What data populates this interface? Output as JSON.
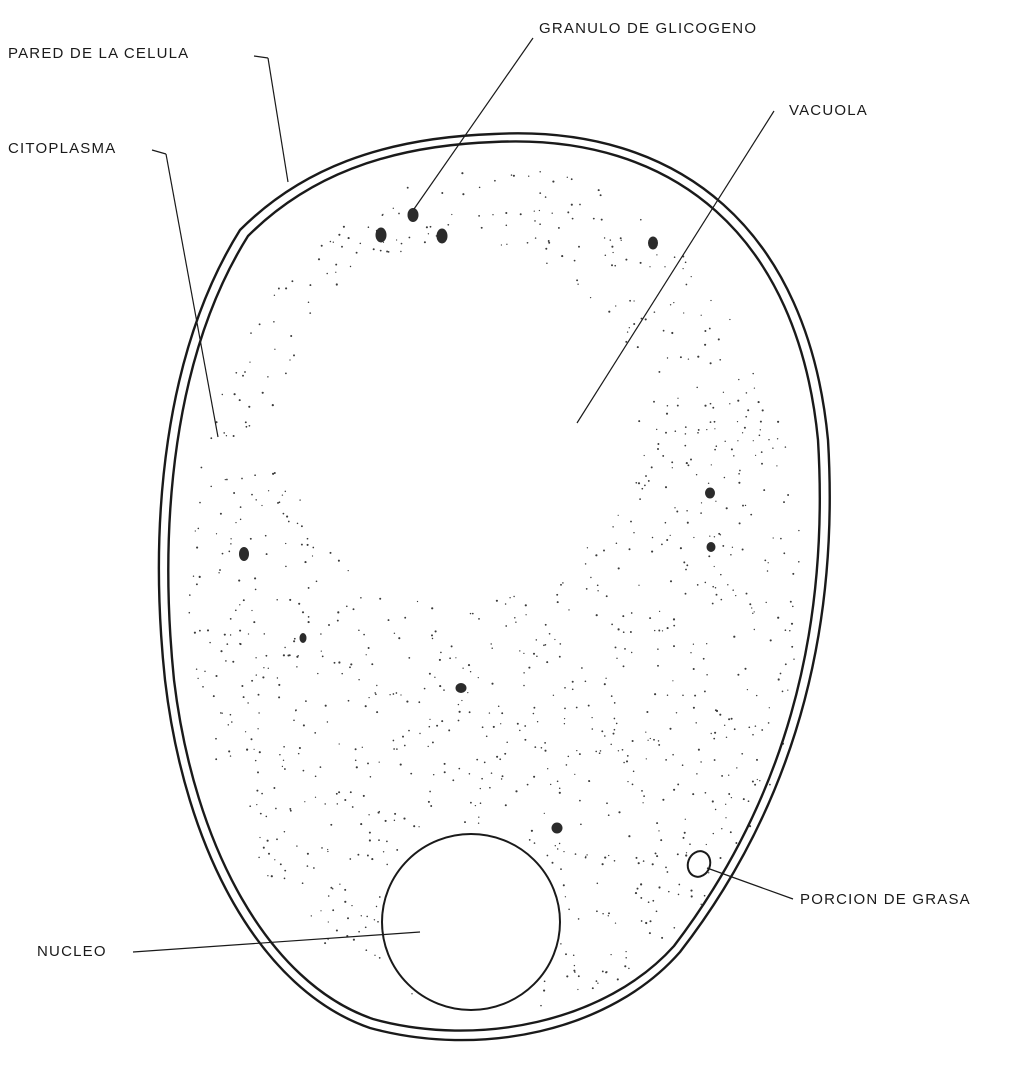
{
  "labels": {
    "pared": "PARED DE LA CELULA",
    "granulo": "GRANULO DE GLICOGENO",
    "vacuola": "VACUOLA",
    "citoplasma": "CITOPLASMA",
    "nucleo": "NUCLEO",
    "porcion_grasa": "PORCION DE GRASA"
  }
}
